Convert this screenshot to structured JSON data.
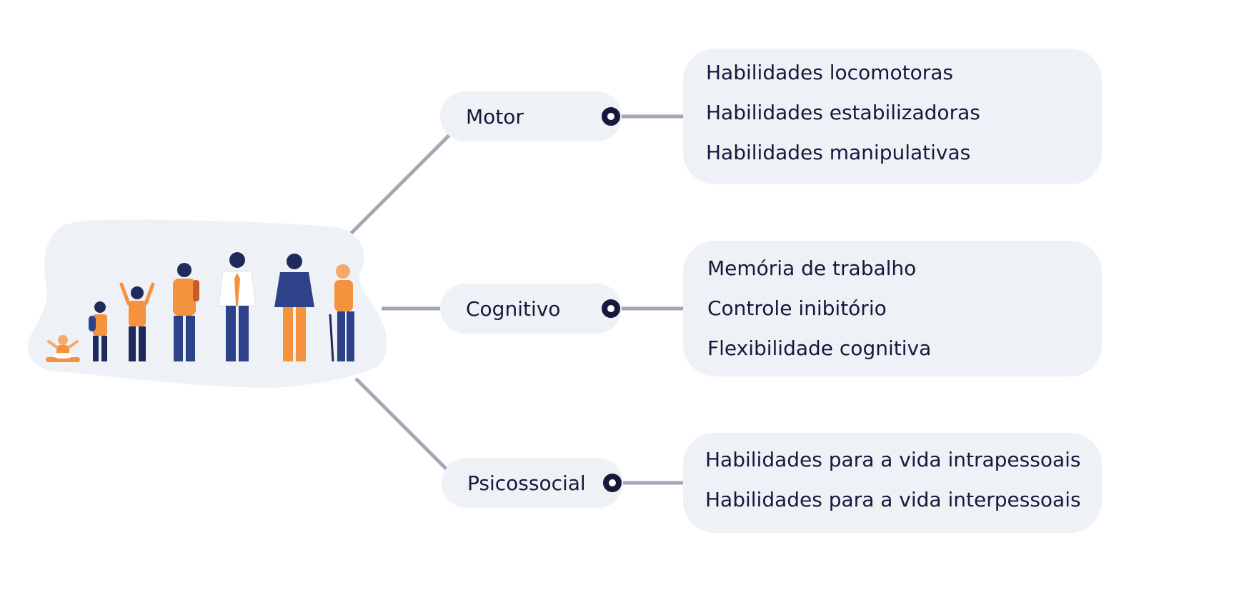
{
  "branches": [
    {
      "label": "Motor",
      "items": [
        "Habilidades locomotoras",
        "Habilidades estabilizadoras",
        "Habilidades manipulativas"
      ]
    },
    {
      "label": "Cognitivo",
      "items": [
        "Memória de trabalho",
        "Controle inibitório",
        "Flexibilidade cognitiva"
      ]
    },
    {
      "label": "Psicossocial",
      "items": [
        "Habilidades para a vida intrapessoais",
        "Habilidades para a vida interpessoais"
      ]
    }
  ],
  "colors": {
    "navy": "#16193a",
    "panel": "#eef1f6",
    "connector": "#a3a6b3",
    "orange": "#f5923e",
    "blue": "#2d4289"
  },
  "illustration": {
    "icon": "human-life-stages-icon"
  }
}
